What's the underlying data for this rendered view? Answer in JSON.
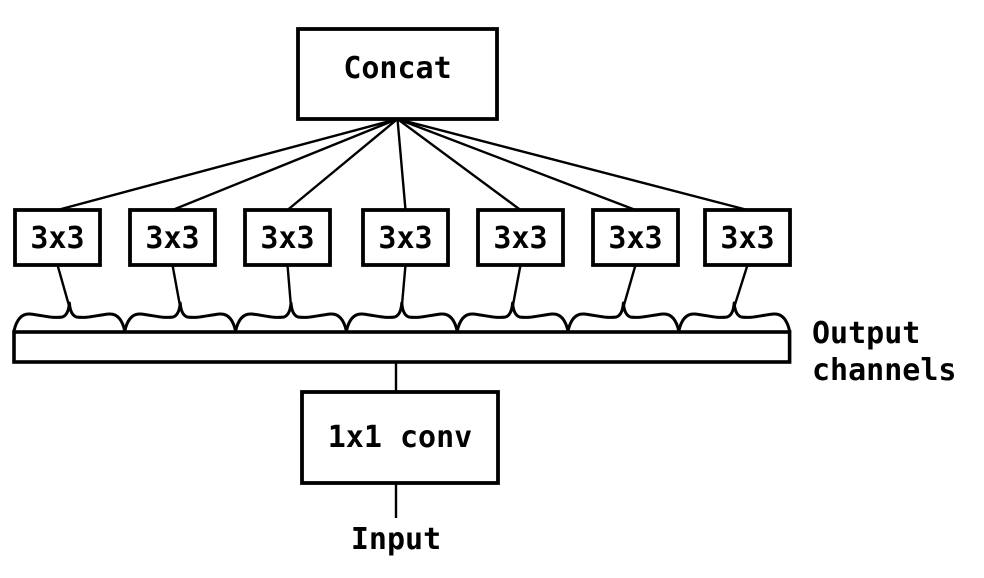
{
  "colors": {
    "stroke": "#000000",
    "background": "#ffffff"
  },
  "diagram": {
    "concat": {
      "label": "Concat"
    },
    "branches": [
      {
        "label": "3x3"
      },
      {
        "label": "3x3"
      },
      {
        "label": "3x3"
      },
      {
        "label": "3x3"
      },
      {
        "label": "3x3"
      },
      {
        "label": "3x3"
      },
      {
        "label": "3x3"
      }
    ],
    "output_channels": {
      "line1": "Output",
      "line2": "channels"
    },
    "conv": {
      "label": "1x1 conv"
    },
    "input": {
      "label": "Input"
    }
  }
}
